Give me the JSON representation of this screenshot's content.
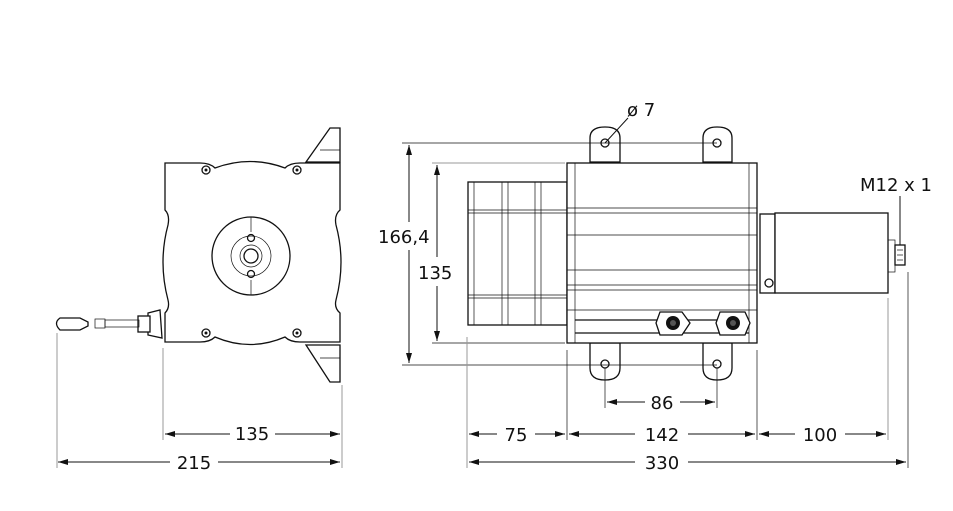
{
  "drawing": {
    "labels": {
      "hole_diameter": "ø 7",
      "connector_thread": "M12 x 1",
      "overall_height": "166,4",
      "body_height": "135",
      "front_width": "135",
      "front_total_width": "215",
      "mount_spacing": "86",
      "housing_length": "75",
      "body_length": "142",
      "encoder_length": "100",
      "total_length": "330"
    }
  }
}
